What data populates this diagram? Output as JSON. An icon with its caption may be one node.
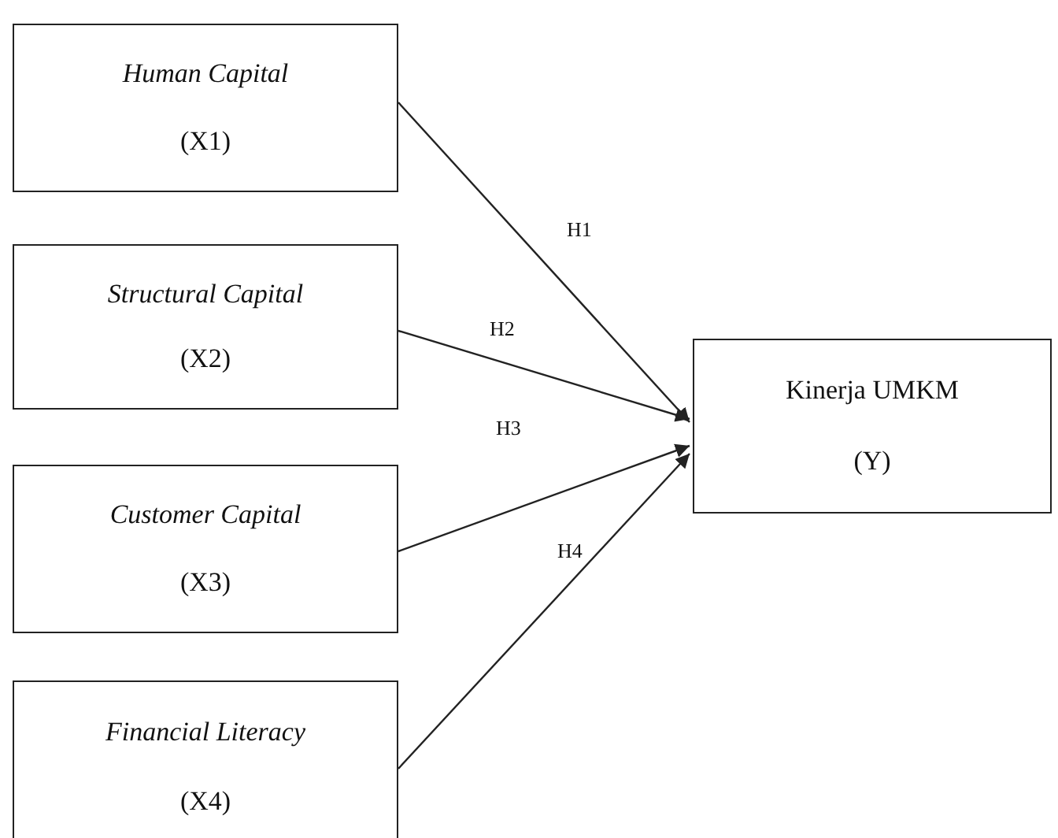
{
  "diagram": {
    "nodes": [
      {
        "text": [
          "Human Capital",
          "(X1)"
        ]
      },
      {
        "text": [
          "Structural Capital",
          "(X2)"
        ]
      },
      {
        "text": [
          "Customer Capital",
          "(X3)"
        ]
      },
      {
        "text": [
          "Financial Literacy",
          "(X4)"
        ]
      },
      {
        "text": [
          "Kinerja UMKM",
          "(Y)"
        ]
      }
    ],
    "edges": [
      {
        "from": 0,
        "to": 4,
        "arrow": "to",
        "label": "H1"
      },
      {
        "from": 1,
        "to": 4,
        "arrow": "to",
        "label": "H2"
      },
      {
        "from": 2,
        "to": 4,
        "arrow": "to",
        "label": "H3"
      },
      {
        "from": 3,
        "to": 4,
        "arrow": "to",
        "label": "H4"
      }
    ]
  }
}
